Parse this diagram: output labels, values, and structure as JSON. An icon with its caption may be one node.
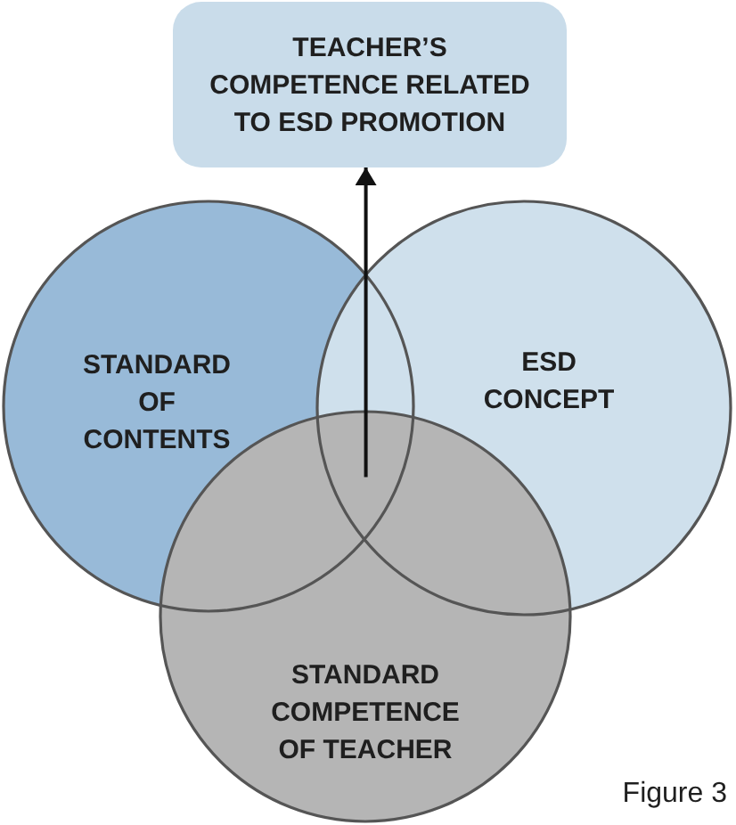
{
  "diagram": {
    "caption": "Figure 3",
    "nodes": [
      {
        "text": [
          "TEACHER’S COMPETENCE RELATED TO ESD PROMOTION"
        ]
      },
      {
        "text": [
          "STANDARD OF CONTENTS"
        ]
      },
      {
        "text": [
          "ESD CONCEPT"
        ]
      },
      {
        "text": [
          "STANDARD COMPETENCE OF TEACHER"
        ]
      }
    ],
    "edges": [
      {
        "from": 1,
        "to": 0,
        "arrow": "to"
      },
      {
        "from": 2,
        "to": 0,
        "arrow": "to"
      },
      {
        "from": 3,
        "to": 0,
        "arrow": "to"
      }
    ]
  }
}
